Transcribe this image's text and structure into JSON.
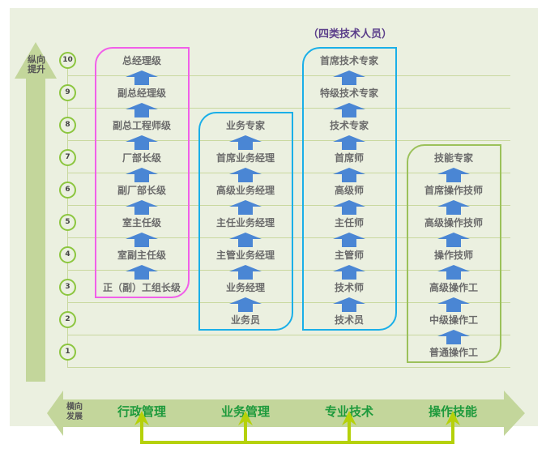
{
  "title": "（四类技术人员）",
  "vertical_axis_label": "纵向\n提升",
  "horizontal_axis_label": "横向\n发展",
  "levels": [
    "10",
    "9",
    "8",
    "7",
    "6",
    "5",
    "4",
    "3",
    "2",
    "1"
  ],
  "tracks": [
    {
      "name": "行政管理",
      "color": "#F15FE9",
      "top_level": 10,
      "items": [
        "总经理级",
        "副总经理级",
        "副总工程师级",
        "厂部长级",
        "副厂部长级",
        "室主任级",
        "室副主任级",
        "正（副）工组长级"
      ]
    },
    {
      "name": "业务管理",
      "color": "#1AAFE8",
      "top_level": 8,
      "items": [
        "业务专家",
        "首席业务经理",
        "高级业务经理",
        "主任业务经理",
        "主管业务经理",
        "业务经理",
        "业务员"
      ]
    },
    {
      "name": "专业技术",
      "color": "#1AAFE8",
      "top_level": 10,
      "items": [
        "首席技术专家",
        "特级技术专家",
        "技术专家",
        "首席师",
        "高级师",
        "主任师",
        "主管师",
        "技术师",
        "技术员"
      ]
    },
    {
      "name": "操作技能",
      "color": "#9BC15A",
      "top_level": 7,
      "items": [
        "技能专家",
        "首席操作技师",
        "高级操作技师",
        "操作技师",
        "高级操作工",
        "中级操作工",
        "普通操作工"
      ]
    }
  ],
  "colors": {
    "panel_bg": "#EBF0E0",
    "axis_arrow": "#C3D69B",
    "level_circle": "#8CC63F",
    "up_arrow": "#4A86D4",
    "track_label": "#1E9A3C",
    "link_arrow": "#B5D10A"
  }
}
